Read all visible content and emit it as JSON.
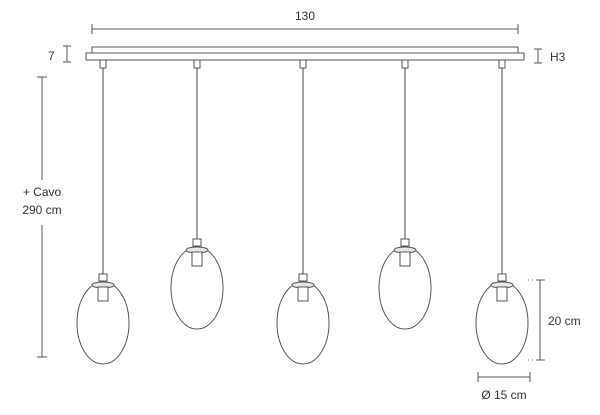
{
  "dimensions": {
    "width_label": "130",
    "canopy_depth_label": "7",
    "canopy_height_label": "H3",
    "cable_label_line1": "+ Cavo",
    "cable_label_line2": "290 cm",
    "shade_height_label": "20 cm",
    "shade_diameter_label": "Ø 15 cm"
  },
  "pendants": [
    {
      "id": 1,
      "level": "low"
    },
    {
      "id": 2,
      "level": "high"
    },
    {
      "id": 3,
      "level": "low"
    },
    {
      "id": 4,
      "level": "high"
    },
    {
      "id": 5,
      "level": "low"
    }
  ],
  "colors": {
    "line": "#555555",
    "text": "#333333",
    "background": "#ffffff"
  }
}
